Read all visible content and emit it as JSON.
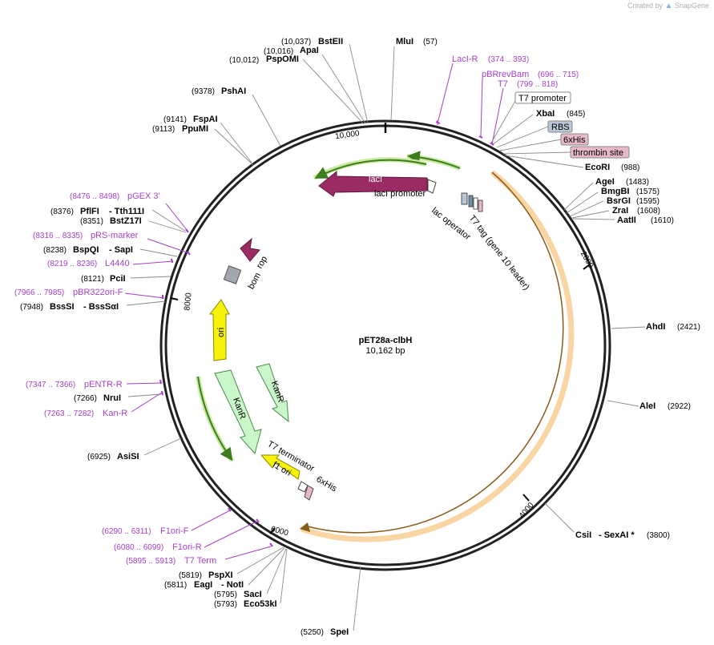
{
  "brand": {
    "created_by": "Created by",
    "name": "SnapGene"
  },
  "plasmid": {
    "name": "pET28a-clbH",
    "size": "10,162 bp"
  },
  "ticks": [
    "10,000",
    "2000",
    "4000",
    "6000",
    "8000"
  ],
  "features": {
    "lacI": "lacI",
    "lacI_promoter": "lacI promoter",
    "lac_operator": "lac operator",
    "t7_tag": "T7 tag (gene 10 leader)",
    "rop": "rop",
    "bom": "bom",
    "ori": "ori",
    "kanr1": "KanR",
    "kanr2": "KanR",
    "t7_terminator": "T7 terminator",
    "f1_ori": "f1 ori",
    "his6": "6xHis",
    "t7_promoter_box": "T7 promoter",
    "rbs_box": "RBS",
    "his_box": "6xHis",
    "thrombin_box": "thrombin site"
  },
  "sites": [
    {
      "id": "bsteii",
      "name": "BstEII",
      "pos": "(10,037)"
    },
    {
      "id": "apai",
      "name": "ApaI",
      "pos": "(10,016)"
    },
    {
      "id": "pspomi",
      "name": "PspOMI",
      "pos": "(10,012)"
    },
    {
      "id": "mlui",
      "name": "MluI",
      "pos": "(57)"
    },
    {
      "id": "pshai",
      "name": "PshAI",
      "pos": "(9378)"
    },
    {
      "id": "fspai",
      "name": "FspAI",
      "pos": "(9141)"
    },
    {
      "id": "ppumi",
      "name": "PpuMI",
      "pos": "(9113)"
    },
    {
      "id": "xbai",
      "name": "XbaI",
      "pos": "(845)"
    },
    {
      "id": "ecori",
      "name": "EcoRI",
      "pos": "(988)"
    },
    {
      "id": "agei",
      "name": "AgeI",
      "pos": "(1483)"
    },
    {
      "id": "bmgbi",
      "name": "BmgBI",
      "pos": "(1575)"
    },
    {
      "id": "bsrgi",
      "name": "BsrGI",
      "pos": "(1595)"
    },
    {
      "id": "zrai",
      "name": "ZraI",
      "pos": "(1608)"
    },
    {
      "id": "aatii",
      "name": "AatII",
      "pos": "(1610)"
    },
    {
      "id": "pflfi",
      "name": "PflFI",
      "name2": "- Tth111I",
      "pos": "(8376)"
    },
    {
      "id": "bstz17i",
      "name": "BstZ17I",
      "pos": "(8351)"
    },
    {
      "id": "bspqi",
      "name": "BspQI",
      "name2": "- SapI",
      "pos": "(8238)"
    },
    {
      "id": "pcii",
      "name": "PciI",
      "pos": "(8121)"
    },
    {
      "id": "bsssi",
      "name": "BssSI",
      "name2": "- BssSαI",
      "pos": "(7948)"
    },
    {
      "id": "ahdi",
      "name": "AhdI",
      "pos": "(2421)"
    },
    {
      "id": "alei",
      "name": "AleI",
      "pos": "(2922)"
    },
    {
      "id": "nrui",
      "name": "NruI",
      "pos": "(7266)"
    },
    {
      "id": "asisi",
      "name": "AsiSI",
      "pos": "(6925)"
    },
    {
      "id": "csii",
      "name": "CsiI",
      "name2": "- SexAI *",
      "pos": "(3800)"
    },
    {
      "id": "pspxi",
      "name": "PspXI",
      "pos": "(5819)"
    },
    {
      "id": "eagi",
      "name": "EagI",
      "name2": "- NotI",
      "pos": "(5811)"
    },
    {
      "id": "saci",
      "name": "SacI",
      "pos": "(5795)"
    },
    {
      "id": "eco53ki",
      "name": "Eco53kI",
      "pos": "(5793)"
    },
    {
      "id": "spei",
      "name": "SpeI",
      "pos": "(5250)"
    }
  ],
  "primers": [
    {
      "id": "lacir",
      "name": "LacI-R",
      "pos": "(374 .. 393)"
    },
    {
      "id": "pbrrevbam",
      "name": "pBRrevBam",
      "pos": "(696 .. 715)"
    },
    {
      "id": "t7",
      "name": "T7",
      "pos": "(799 .. 818)"
    },
    {
      "id": "pgex3",
      "name": "pGEX 3'",
      "pos": "(8476 .. 8498)"
    },
    {
      "id": "prsmarker",
      "name": "pRS-marker",
      "pos": "(8316 .. 8335)"
    },
    {
      "id": "l4440",
      "name": "L4440",
      "pos": "(8219 .. 8236)"
    },
    {
      "id": "pbr322orif",
      "name": "pBR322ori-F",
      "pos": "(7966 .. 7985)"
    },
    {
      "id": "pentrr",
      "name": "pENTR-R",
      "pos": "(7347 .. 7366)"
    },
    {
      "id": "kanr",
      "name": "Kan-R",
      "pos": "(7263 .. 7282)"
    },
    {
      "id": "f1orif",
      "name": "F1ori-F",
      "pos": "(6290 .. 6311)"
    },
    {
      "id": "f1orir",
      "name": "F1ori-R",
      "pos": "(6080 .. 6099)"
    },
    {
      "id": "t7term",
      "name": "T7 Term",
      "pos": "(5895 .. 5913)"
    }
  ],
  "colors": {
    "backbone": "#222222",
    "lacI": "#9b2c63",
    "rop": "#9b2c63",
    "bom": "#a3a8ae",
    "ori": "#f6f20a",
    "kanr": "#c9f7c9",
    "insert_orf": "#f2b257",
    "green_arrow": "#3e7d1f",
    "primer": "#a43fcc",
    "rbs_box": "#b8c6d6",
    "his_box": "#e6b8c9"
  }
}
